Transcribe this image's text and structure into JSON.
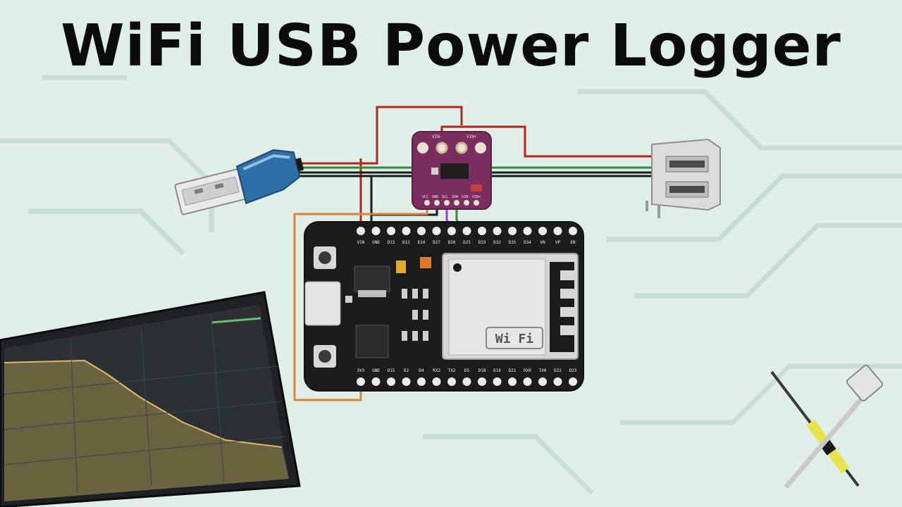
{
  "title": "WiFi USB Power Logger",
  "colors": {
    "background": "#dfeee6",
    "wire_red": "#b0271e",
    "wire_black": "#1a1a1a",
    "wire_green": "#2e8b3a",
    "wire_orange": "#d9853b",
    "wire_purple": "#9b3fc9",
    "sensor_board": "#7a2d5f",
    "esp32_board": "#1c1c1c",
    "usb_blue": "#2f6fa8"
  },
  "sensor": {
    "top_labels": [
      "VIN-",
      "VIN+"
    ],
    "bottom_labels": [
      "VCC",
      "GND",
      "SCL",
      "SDA",
      "VIN-",
      "VIN+"
    ]
  },
  "esp32": {
    "top_pins": [
      "VIN",
      "GND",
      "D13",
      "D12",
      "D14",
      "D27",
      "D26",
      "D25",
      "D33",
      "D32",
      "D35",
      "D34",
      "VN",
      "VP",
      "EN"
    ],
    "bottom_pins": [
      "3V3",
      "GND",
      "D15",
      "D2",
      "D4",
      "RX2",
      "TX2",
      "D5",
      "D18",
      "D19",
      "D21",
      "RX0",
      "TX0",
      "D22",
      "D23"
    ],
    "module_logo": "Wi Fi"
  },
  "icons": [
    "usb-plug-icon",
    "usb-socket-icon",
    "soldering-iron-icon",
    "network-cable-icon"
  ]
}
